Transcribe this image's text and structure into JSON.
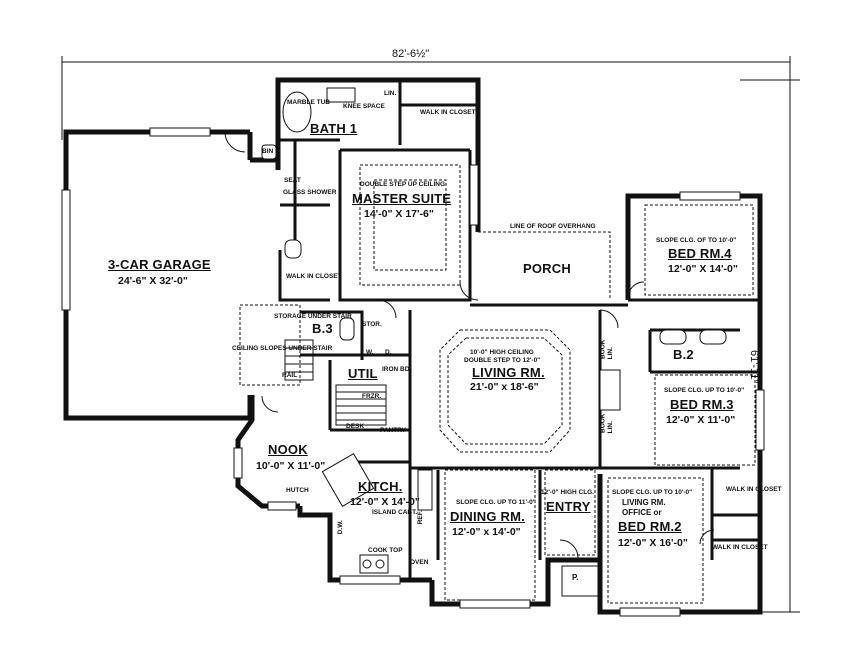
{
  "overall": {
    "width": "82'-6½\"",
    "depth": "61'-11\""
  },
  "rooms": {
    "garage": {
      "name": "3-CAR GARAGE",
      "size": "24'-6\" X 32'-0\""
    },
    "bath1": {
      "name": "BATH 1"
    },
    "master": {
      "name": "MASTER SUITE",
      "size": "14'-0\" X 17'-6\"",
      "note": "DOUBLE STEP UP CEILING"
    },
    "porch": {
      "name": "PORCH"
    },
    "bed4": {
      "name": "BED RM.4",
      "size": "12'-0\" X 14'-0\"",
      "note": "SLOPE CLG. OF TO 10'-0\""
    },
    "b3": {
      "name": "B.3"
    },
    "util": {
      "name": "UTIL"
    },
    "living": {
      "name": "LIVING RM.",
      "size": "21'-0\" x 18'-6\"",
      "note1": "10'-0\" HIGH CEILING",
      "note2": "DOUBLE STEP TO 12'-0\""
    },
    "b2": {
      "name": "B.2"
    },
    "bed3": {
      "name": "BED RM.3",
      "size": "12'-0\" X 11'-0\"",
      "note": "SLOPE CLG. UP TO 10'-0\""
    },
    "nook": {
      "name": "NOOK",
      "size": "10'-0\" X 11'-0\""
    },
    "kitch": {
      "name": "KITCH.",
      "size": "12'-0\" X 14'-0\""
    },
    "dining": {
      "name": "DINING RM.",
      "size": "12'-0\" x 14'-0\"",
      "note": "SLOPE CLG. UP TO 11'-0\""
    },
    "entry": {
      "name": "ENTRY",
      "note": "12'-0\" HIGH CLG."
    },
    "bed2": {
      "name1": "LIVING RM.",
      "name2": "OFFICE or",
      "name3": "BED RM.2",
      "size": "12'-0\" X 16'-0\"",
      "note": "SLOPE CLG. UP TO 10'-0\""
    },
    "porch_small": {
      "name": "P."
    }
  },
  "notes": {
    "marble_tub": "MARBLE TUB",
    "knee_space": "KNEE SPACE",
    "lin": "LIN.",
    "walk_in_closet": "WALK IN CLOSET",
    "seat": "SEAT",
    "glass_shower": "GLASS SHOWER",
    "bin": "BIN",
    "roof_overhang": "LINE OF ROOF OVERHANG",
    "storage": "STORAGE UNDER STAIR",
    "ceiling_slopes": "CEILING SLOPES UNDER STAIR",
    "stor": "STOR.",
    "w": "W.",
    "d": "D.",
    "iron_bd": "IRON BD.",
    "frzr": "FRZR.",
    "desk": "DESK",
    "pantry": "PANTRY",
    "hutch": "HUTCH",
    "island_cabt": "ISLAND CABT.",
    "cook_top": "COOK TOP",
    "oven": "OVEN",
    "dw": "D.W.",
    "ref": "REF.",
    "book": "BOOK",
    "rail": "RAIL"
  }
}
